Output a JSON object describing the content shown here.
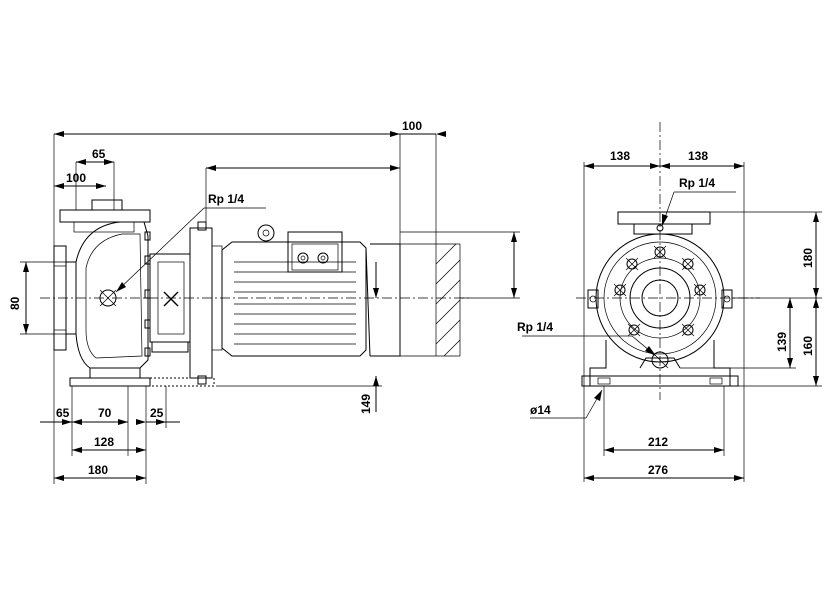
{
  "side_view": {
    "dim_top_100": "100",
    "dim_65": "65",
    "dim_100_left": "100",
    "rp_top": "Rp 1/4",
    "dim_80": "80",
    "dim_149": "149",
    "dim_65_bottom": "65",
    "dim_70": "70",
    "dim_25": "25",
    "dim_128": "128",
    "dim_180": "180"
  },
  "front_view": {
    "dim_138_left": "138",
    "dim_138_right": "138",
    "rp_top": "Rp 1/4",
    "rp_bottom": "Rp 1/4",
    "dim_180": "180",
    "dim_139": "139",
    "dim_160": "160",
    "dim_dia14": "ø14",
    "dim_212": "212",
    "dim_276": "276"
  }
}
